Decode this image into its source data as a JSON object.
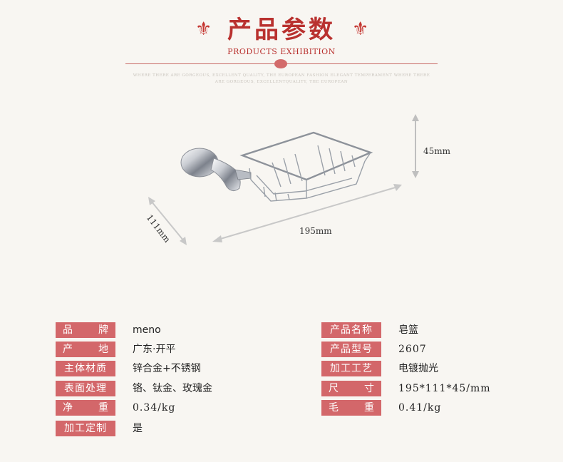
{
  "header": {
    "title": "产品参数",
    "subtitle": "PRODUCTS EXHIBITION",
    "slogan_line1": "WHERE THERE ARE GORGEOUS, EXCELLENT QUALITY, THE EUROPEAN FASHION ELEGANT TEMPERAMENT WHERE THERE",
    "slogan_line2": "ARE GORGEOUS, EXCELLENTQUALITY, THE EUROPEAN"
  },
  "diagram": {
    "height_label": "45mm",
    "width_label": "195mm",
    "depth_label": "111mm"
  },
  "specs_left": [
    {
      "key": "品牌",
      "value": "meno"
    },
    {
      "key": "产地",
      "value": "广东·开平"
    },
    {
      "key": "主体材质",
      "value": "锌合金+不锈钢"
    },
    {
      "key": "表面处理",
      "value": "铬、钛金、玫瑰金"
    },
    {
      "key": "净重",
      "value": "0.34/kg"
    },
    {
      "key": "加工定制",
      "value": "是"
    }
  ],
  "specs_right": [
    {
      "key": "产品名称",
      "value": "皂篮"
    },
    {
      "key": "产品型号",
      "value": "2607"
    },
    {
      "key": "加工工艺",
      "value": "电镀抛光"
    },
    {
      "key": "尺寸",
      "value": "195*111*45/mm"
    },
    {
      "key": "毛重",
      "value": "0.41/kg"
    }
  ],
  "colors": {
    "accent": "#b9312f",
    "label_bg": "#d3676a",
    "background": "#f8f6f2"
  }
}
